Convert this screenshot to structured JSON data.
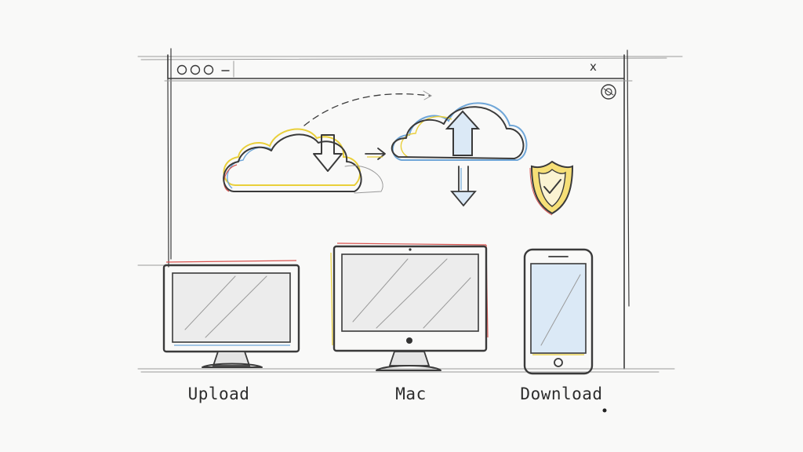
{
  "window": {
    "close_glyph": "x",
    "controls": [
      "circle-button",
      "circle-button",
      "circle-button",
      "minimize-dash"
    ],
    "corner_icon": "settings-badge-icon"
  },
  "sync": {
    "icons": [
      "cloud-download-icon",
      "sync-arrow-icon",
      "cloud-upload-icon",
      "transfer-arrows-icon",
      "shield-check-icon"
    ]
  },
  "devices": [
    {
      "icon": "monitor-icon",
      "label": "Upload"
    },
    {
      "icon": "imac-icon",
      "label": "Mac"
    },
    {
      "icon": "smartphone-icon",
      "label": "Download"
    }
  ],
  "colors": {
    "pencil": "#3a3a3a",
    "accent_yellow": "#e9cf3a",
    "accent_blue": "#6fa6d8",
    "accent_red": "#d9534f",
    "paper": "#f9f9f8"
  }
}
